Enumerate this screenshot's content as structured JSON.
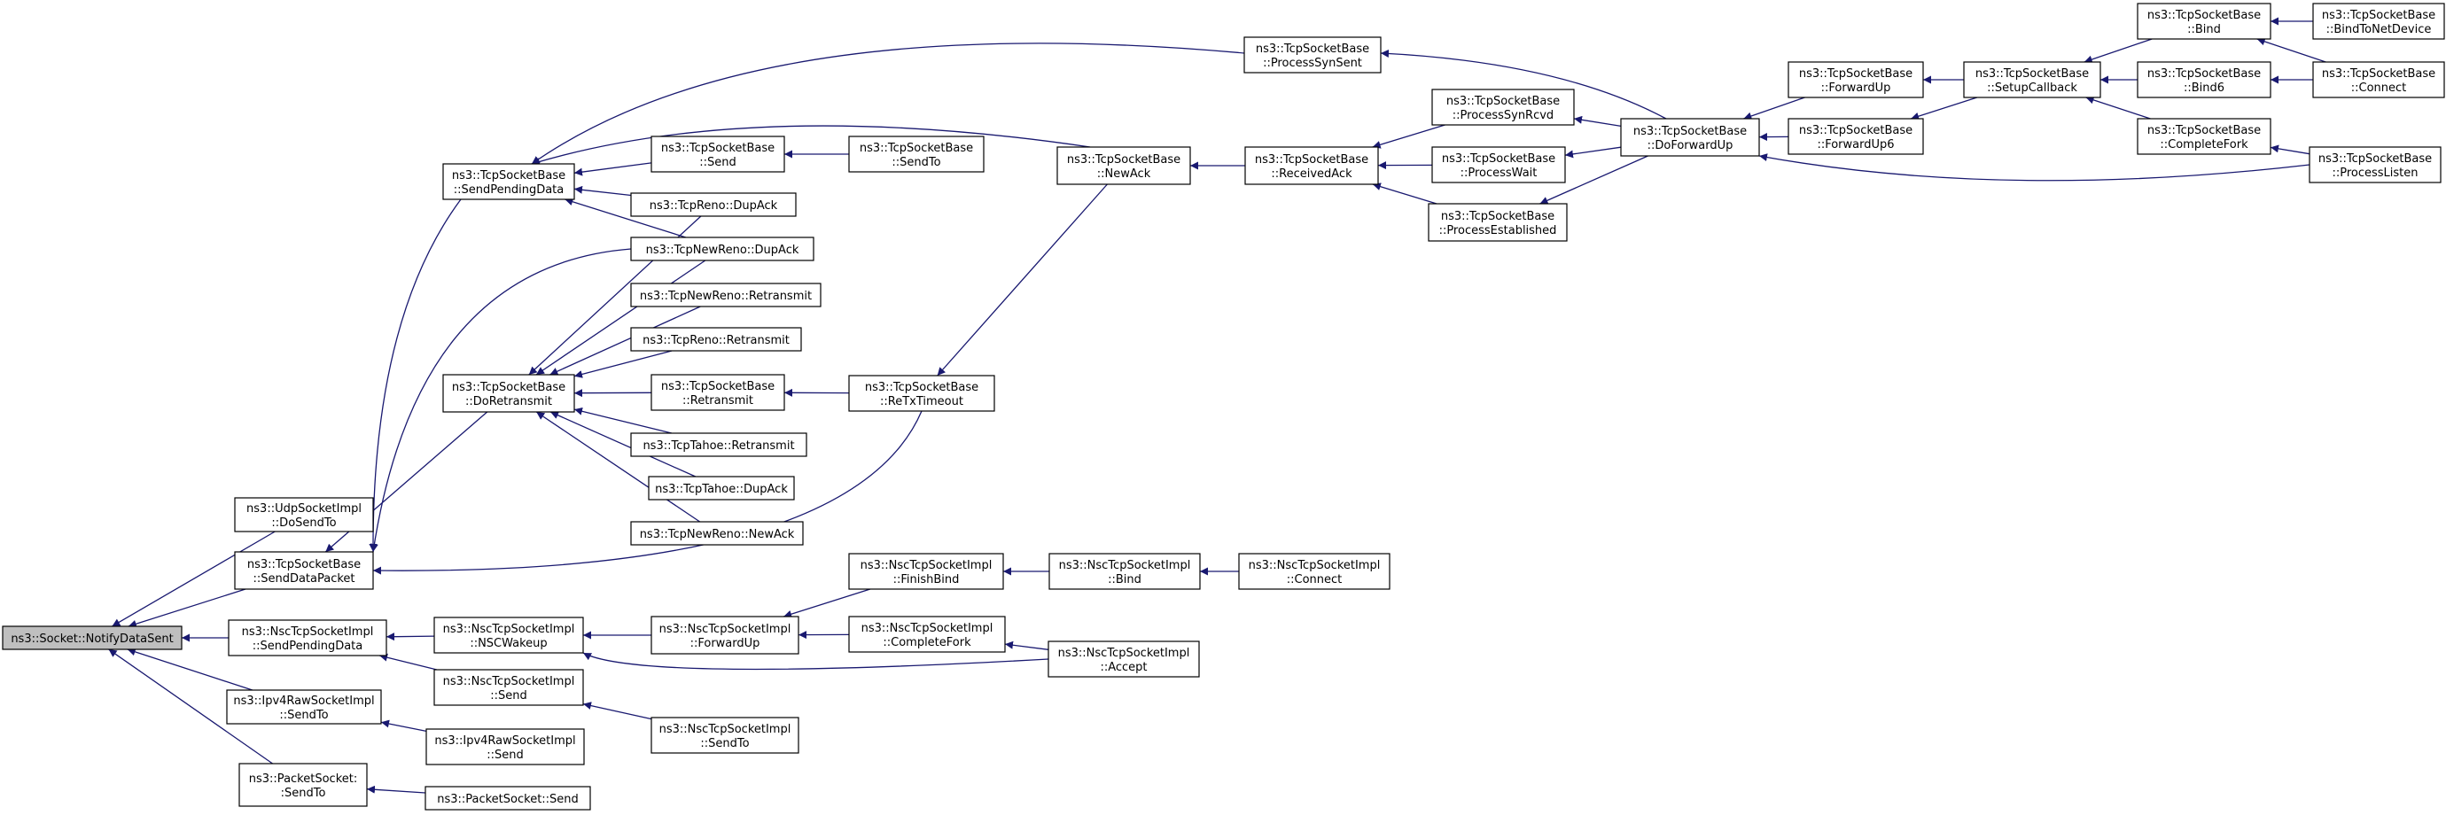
{
  "nodes": [
    {
      "id": "root",
      "lines": [
        "ns3::Socket::NotifyDataSent"
      ],
      "root": true
    },
    {
      "id": "udp_dosendto",
      "lines": [
        "ns3::UdpSocketImpl",
        "::DoSendTo"
      ]
    },
    {
      "id": "tcp_senddatapacket",
      "lines": [
        "ns3::TcpSocketBase",
        "::SendDataPacket"
      ]
    },
    {
      "id": "nsc_sendpending",
      "lines": [
        "ns3::NscTcpSocketImpl",
        "::SendPendingData"
      ]
    },
    {
      "id": "ipv4raw_sendto",
      "lines": [
        "ns3::Ipv4RawSocketImpl",
        "::SendTo"
      ]
    },
    {
      "id": "packet_sendto",
      "lines": [
        "ns3::PacketSocket:",
        ":SendTo"
      ]
    },
    {
      "id": "tcp_sendpending",
      "lines": [
        "ns3::TcpSocketBase",
        "::SendPendingData"
      ]
    },
    {
      "id": "tcp_doretransmit",
      "lines": [
        "ns3::TcpSocketBase",
        "::DoRetransmit"
      ]
    },
    {
      "id": "nsc_nscwakeup",
      "lines": [
        "ns3::NscTcpSocketImpl",
        "::NSCWakeup"
      ]
    },
    {
      "id": "nsc_send",
      "lines": [
        "ns3::NscTcpSocketImpl",
        "::Send"
      ]
    },
    {
      "id": "ipv4raw_send",
      "lines": [
        "ns3::Ipv4RawSocketImpl",
        "::Send"
      ]
    },
    {
      "id": "packet_send",
      "lines": [
        "ns3::PacketSocket::Send"
      ]
    },
    {
      "id": "tcp_send",
      "lines": [
        "ns3::TcpSocketBase",
        "::Send"
      ]
    },
    {
      "id": "reno_dupack",
      "lines": [
        "ns3::TcpReno::DupAck"
      ]
    },
    {
      "id": "newreno_dupack",
      "lines": [
        "ns3::TcpNewReno::DupAck"
      ]
    },
    {
      "id": "newreno_retransmit",
      "lines": [
        "ns3::TcpNewReno::Retransmit"
      ]
    },
    {
      "id": "reno_retransmit",
      "lines": [
        "ns3::TcpReno::Retransmit"
      ]
    },
    {
      "id": "tcp_retransmit",
      "lines": [
        "ns3::TcpSocketBase",
        "::Retransmit"
      ]
    },
    {
      "id": "tahoe_retransmit",
      "lines": [
        "ns3::TcpTahoe::Retransmit"
      ]
    },
    {
      "id": "tahoe_dupack",
      "lines": [
        "ns3::TcpTahoe::DupAck"
      ]
    },
    {
      "id": "newreno_newack",
      "lines": [
        "ns3::TcpNewReno::NewAck"
      ]
    },
    {
      "id": "nsc_forwardup",
      "lines": [
        "ns3::NscTcpSocketImpl",
        "::ForwardUp"
      ]
    },
    {
      "id": "nsc_sendto",
      "lines": [
        "ns3::NscTcpSocketImpl",
        "::SendTo"
      ]
    },
    {
      "id": "tcp_sendto",
      "lines": [
        "ns3::TcpSocketBase",
        "::SendTo"
      ]
    },
    {
      "id": "tcp_retxtimeout",
      "lines": [
        "ns3::TcpSocketBase",
        "::ReTxTimeout"
      ]
    },
    {
      "id": "nsc_finishbind",
      "lines": [
        "ns3::NscTcpSocketImpl",
        "::FinishBind"
      ]
    },
    {
      "id": "nsc_completefork",
      "lines": [
        "ns3::NscTcpSocketImpl",
        "::CompleteFork"
      ]
    },
    {
      "id": "tcp_newack",
      "lines": [
        "ns3::TcpSocketBase",
        "::NewAck"
      ]
    },
    {
      "id": "nsc_bind",
      "lines": [
        "ns3::NscTcpSocketImpl",
        "::Bind"
      ]
    },
    {
      "id": "nsc_accept",
      "lines": [
        "ns3::NscTcpSocketImpl",
        "::Accept"
      ]
    },
    {
      "id": "nsc_connect",
      "lines": [
        "ns3::NscTcpSocketImpl",
        "::Connect"
      ]
    },
    {
      "id": "tcp_processsynsent",
      "lines": [
        "ns3::TcpSocketBase",
        "::ProcessSynSent"
      ]
    },
    {
      "id": "tcp_receivedack",
      "lines": [
        "ns3::TcpSocketBase",
        "::ReceivedAck"
      ]
    },
    {
      "id": "tcp_processsynrcvd",
      "lines": [
        "ns3::TcpSocketBase",
        "::ProcessSynRcvd"
      ]
    },
    {
      "id": "tcp_processwait",
      "lines": [
        "ns3::TcpSocketBase",
        "::ProcessWait"
      ]
    },
    {
      "id": "tcp_processestablished",
      "lines": [
        "ns3::TcpSocketBase",
        "::ProcessEstablished"
      ]
    },
    {
      "id": "tcp_doforwardup",
      "lines": [
        "ns3::TcpSocketBase",
        "::DoForwardUp"
      ]
    },
    {
      "id": "tcp_forwardup",
      "lines": [
        "ns3::TcpSocketBase",
        "::ForwardUp"
      ]
    },
    {
      "id": "tcp_forwardup6",
      "lines": [
        "ns3::TcpSocketBase",
        "::ForwardUp6"
      ]
    },
    {
      "id": "tcp_setupcallback",
      "lines": [
        "ns3::TcpSocketBase",
        "::SetupCallback"
      ]
    },
    {
      "id": "tcp_bind",
      "lines": [
        "ns3::TcpSocketBase",
        "::Bind"
      ]
    },
    {
      "id": "tcp_bind6",
      "lines": [
        "ns3::TcpSocketBase",
        "::Bind6"
      ]
    },
    {
      "id": "tcp_completefork",
      "lines": [
        "ns3::TcpSocketBase",
        "::CompleteFork"
      ]
    },
    {
      "id": "tcp_bindtonetdevice",
      "lines": [
        "ns3::TcpSocketBase",
        "::BindToNetDevice"
      ]
    },
    {
      "id": "tcp_connect",
      "lines": [
        "ns3::TcpSocketBase",
        "::Connect"
      ]
    },
    {
      "id": "tcp_processlisten",
      "lines": [
        "ns3::TcpSocketBase",
        "::ProcessListen"
      ]
    }
  ],
  "edges": [
    [
      "root",
      "udp_dosendto"
    ],
    [
      "root",
      "tcp_senddatapacket"
    ],
    [
      "root",
      "nsc_sendpending"
    ],
    [
      "root",
      "ipv4raw_sendto"
    ],
    [
      "root",
      "packet_sendto"
    ],
    [
      "tcp_senddatapacket",
      "tcp_sendpending"
    ],
    [
      "tcp_senddatapacket",
      "tcp_doretransmit"
    ],
    [
      "tcp_senddatapacket",
      "newreno_dupack"
    ],
    [
      "tcp_senddatapacket",
      "tcp_retxtimeout"
    ],
    [
      "nsc_sendpending",
      "nsc_nscwakeup"
    ],
    [
      "nsc_sendpending",
      "nsc_send"
    ],
    [
      "ipv4raw_sendto",
      "ipv4raw_send"
    ],
    [
      "packet_sendto",
      "packet_send"
    ],
    [
      "tcp_sendpending",
      "tcp_processsynsent"
    ],
    [
      "tcp_sendpending",
      "tcp_newack"
    ],
    [
      "tcp_sendpending",
      "tcp_send"
    ],
    [
      "tcp_sendpending",
      "reno_dupack"
    ],
    [
      "tcp_sendpending",
      "newreno_dupack"
    ],
    [
      "tcp_doretransmit",
      "reno_dupack"
    ],
    [
      "tcp_doretransmit",
      "newreno_dupack"
    ],
    [
      "tcp_doretransmit",
      "newreno_retransmit"
    ],
    [
      "tcp_doretransmit",
      "reno_retransmit"
    ],
    [
      "tcp_doretransmit",
      "tcp_retransmit"
    ],
    [
      "tcp_doretransmit",
      "tahoe_retransmit"
    ],
    [
      "tcp_doretransmit",
      "tahoe_dupack"
    ],
    [
      "tcp_doretransmit",
      "newreno_newack"
    ],
    [
      "nsc_nscwakeup",
      "nsc_forwardup"
    ],
    [
      "nsc_nscwakeup",
      "nsc_accept"
    ],
    [
      "nsc_send",
      "nsc_sendto"
    ],
    [
      "tcp_send",
      "tcp_sendto"
    ],
    [
      "tcp_retransmit",
      "tcp_retxtimeout"
    ],
    [
      "tcp_retxtimeout",
      "tcp_newack"
    ],
    [
      "nsc_forwardup",
      "nsc_finishbind"
    ],
    [
      "nsc_forwardup",
      "nsc_completefork"
    ],
    [
      "nsc_finishbind",
      "nsc_bind"
    ],
    [
      "nsc_completefork",
      "nsc_accept"
    ],
    [
      "nsc_bind",
      "nsc_connect"
    ],
    [
      "tcp_newack",
      "tcp_receivedack"
    ],
    [
      "tcp_receivedack",
      "tcp_processsynrcvd"
    ],
    [
      "tcp_receivedack",
      "tcp_processwait"
    ],
    [
      "tcp_receivedack",
      "tcp_processestablished"
    ],
    [
      "tcp_processsynsent",
      "tcp_doforwardup"
    ],
    [
      "tcp_processsynrcvd",
      "tcp_doforwardup"
    ],
    [
      "tcp_processwait",
      "tcp_doforwardup"
    ],
    [
      "tcp_processestablished",
      "tcp_doforwardup"
    ],
    [
      "tcp_doforwardup",
      "tcp_forwardup"
    ],
    [
      "tcp_doforwardup",
      "tcp_forwardup6"
    ],
    [
      "tcp_doforwardup",
      "tcp_processlisten"
    ],
    [
      "tcp_forwardup",
      "tcp_setupcallback"
    ],
    [
      "tcp_forwardup6",
      "tcp_setupcallback"
    ],
    [
      "tcp_setupcallback",
      "tcp_bind"
    ],
    [
      "tcp_setupcallback",
      "tcp_bind6"
    ],
    [
      "tcp_setupcallback",
      "tcp_completefork"
    ],
    [
      "tcp_bind",
      "tcp_bindtonetdevice"
    ],
    [
      "tcp_bind",
      "tcp_connect"
    ],
    [
      "tcp_bind6",
      "tcp_connect"
    ],
    [
      "tcp_completefork",
      "tcp_processlisten"
    ]
  ],
  "colors": {
    "edge": "#191970",
    "root_fill": "#bfbfbf",
    "node_fill": "#ffffff",
    "border": "#000000"
  }
}
